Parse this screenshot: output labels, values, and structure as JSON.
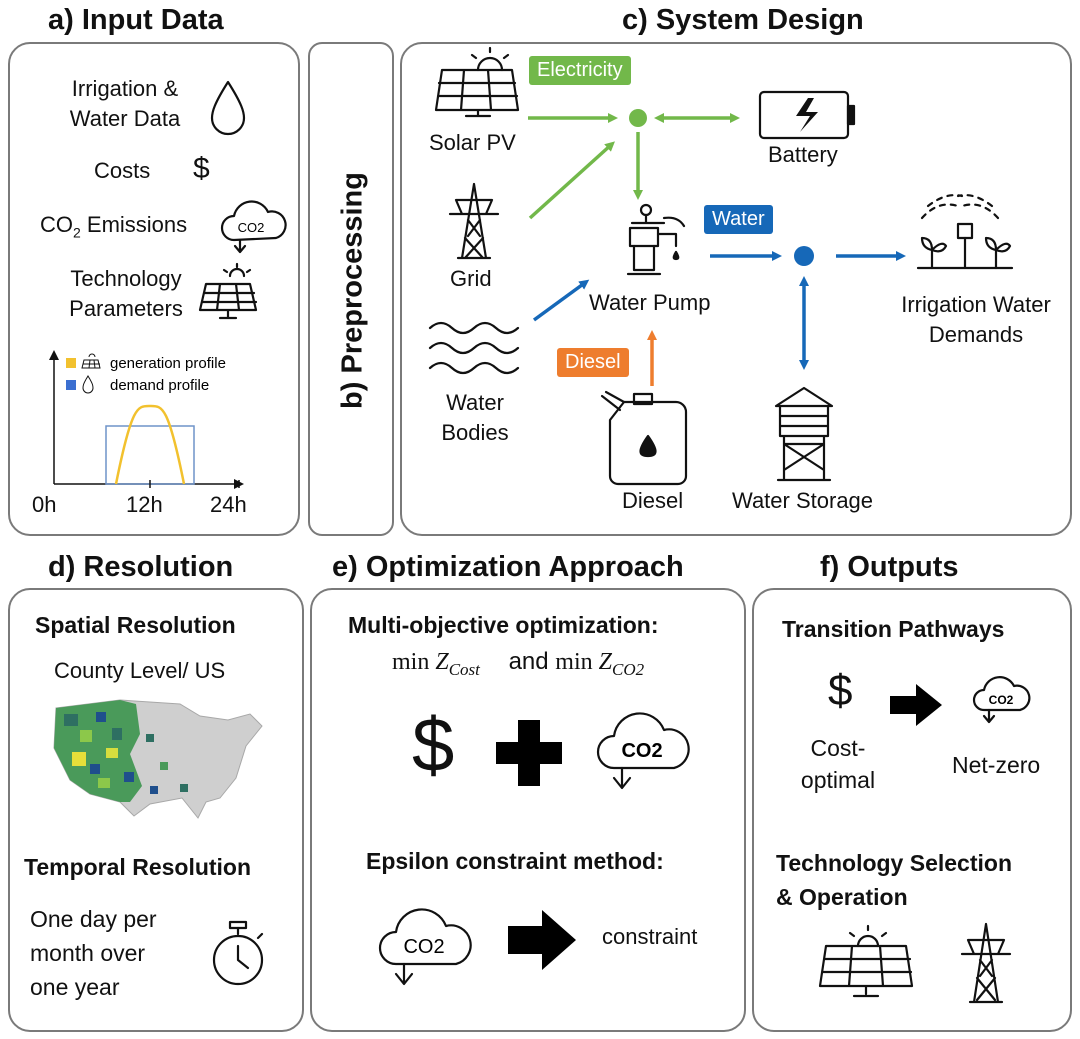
{
  "panels": {
    "a": {
      "title": "a) Input Data",
      "irrigation": "Irrigation &\nWater Data",
      "costs": "Costs",
      "dollar": "$",
      "emissions_pre": "CO",
      "emissions_sub": "2",
      "emissions_post": " Emissions",
      "technology": "Technology\nParameters",
      "legend_generation": "generation profile",
      "legend_demand": "demand profile",
      "x_ticks": [
        "0h",
        "12h",
        "24h"
      ],
      "colors": {
        "generation": "#f2c12e",
        "demand": "#3b6fd1"
      }
    },
    "b": {
      "title": "b) Preprocessing"
    },
    "c": {
      "title": "c) System Design",
      "solar": "Solar PV",
      "grid": "Grid",
      "water_bodies": "Water\nBodies",
      "battery": "Battery",
      "pump": "Water Pump",
      "diesel": "Diesel",
      "storage": "Water Storage",
      "demands": "Irrigation Water\nDemands",
      "tag_electricity": "Electricity",
      "tag_water": "Water",
      "tag_diesel": "Diesel",
      "colors": {
        "electricity": "#72b84a",
        "water": "#1668b8",
        "diesel": "#ee7d2e"
      }
    },
    "d": {
      "title": "d) Resolution",
      "spatial": "Spatial Resolution",
      "county": "County Level/ US",
      "temporal": "Temporal Resolution",
      "period": "One day per\nmonth over\none year"
    },
    "e": {
      "title": "e) Optimization Approach",
      "multi": "Multi-objective optimization:",
      "formula_min1": "min ",
      "formula_z1": "Z",
      "formula_sub1": "Cost",
      "formula_and": "and",
      "formula_min2": "min ",
      "formula_z2": "Z",
      "formula_sub2": "CO2",
      "dollar": "$",
      "epsilon": "Epsilon constraint method:",
      "constraint": "constraint"
    },
    "f": {
      "title": "f) Outputs",
      "transition": "Transition Pathways",
      "dollar": "$",
      "cost_optimal": "Cost-\noptimal",
      "net_zero": "Net-zero",
      "tech": "Technology Selection\n& Operation"
    }
  },
  "co2_text": "CO2"
}
